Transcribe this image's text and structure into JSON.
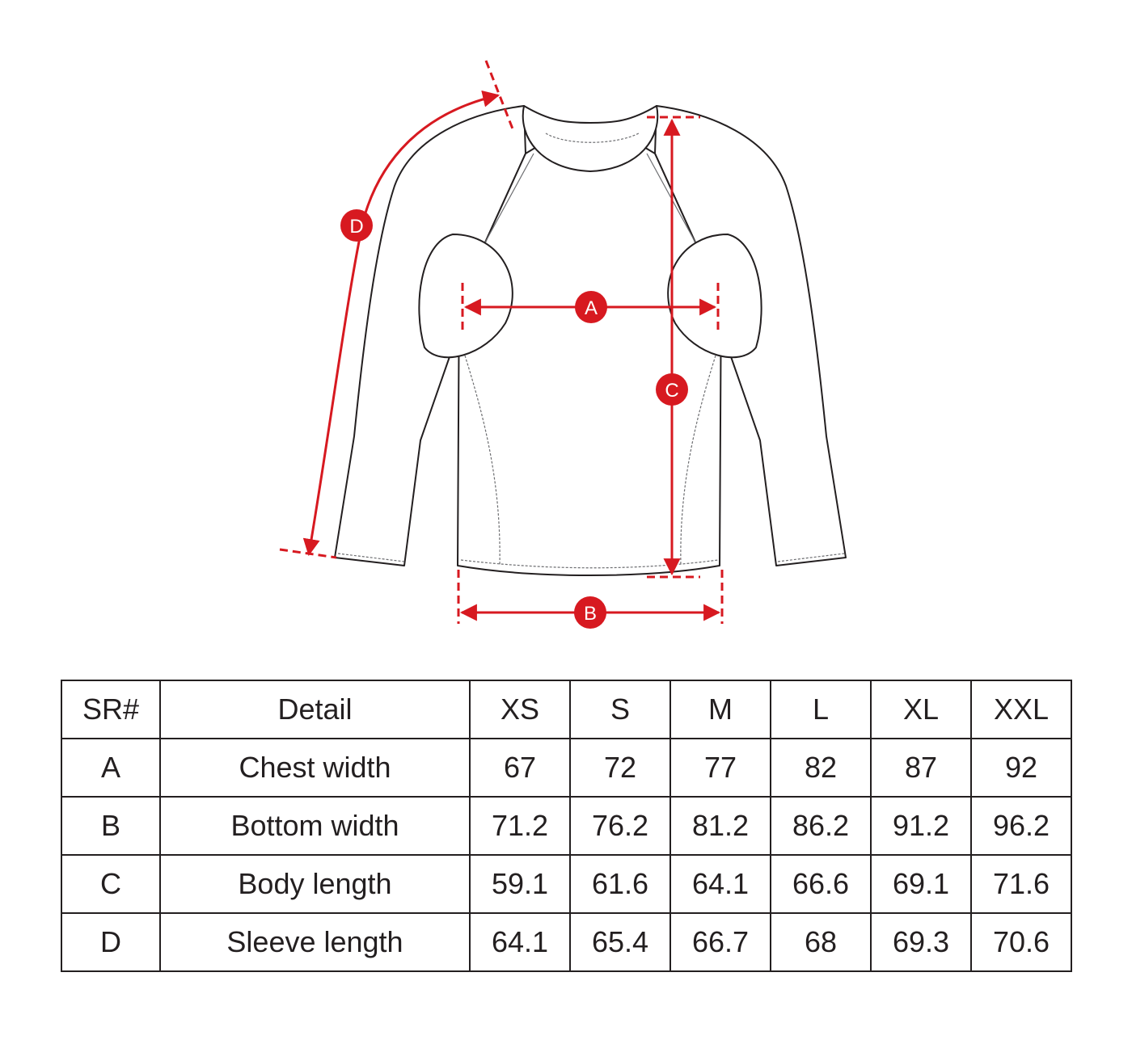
{
  "diagram": {
    "accent_color": "#d71920",
    "outline_color": "#231f20",
    "labels": {
      "a": "A",
      "b": "B",
      "c": "C",
      "d": "D"
    }
  },
  "table": {
    "header": [
      "SR#",
      "Detail",
      "XS",
      "S",
      "M",
      "L",
      "XL",
      "XXL"
    ],
    "rows": [
      [
        "A",
        "Chest width",
        "67",
        "72",
        "77",
        "82",
        "87",
        "92"
      ],
      [
        "B",
        "Bottom width",
        "71.2",
        "76.2",
        "81.2",
        "86.2",
        "91.2",
        "96.2"
      ],
      [
        "C",
        "Body length",
        "59.1",
        "61.6",
        "64.1",
        "66.6",
        "69.1",
        "71.6"
      ],
      [
        "D",
        "Sleeve length",
        "64.1",
        "65.4",
        "66.7",
        "68",
        "69.3",
        "70.6"
      ]
    ]
  }
}
